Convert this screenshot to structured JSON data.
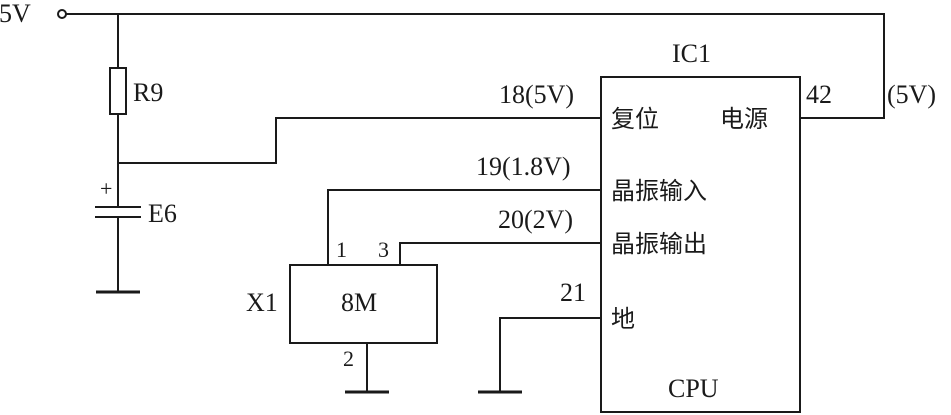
{
  "supply": {
    "label": "5V"
  },
  "resistor": {
    "label": "R9"
  },
  "capacitor": {
    "label": "E6",
    "polarity": "+"
  },
  "crystal": {
    "ref": "X1",
    "value": "8M",
    "pin1": "1",
    "pin2": "2",
    "pin3": "3"
  },
  "ic": {
    "ref": "IC1",
    "name": "CPU",
    "pins": {
      "reset": {
        "number_voltage": "18(5V)",
        "name": "复位"
      },
      "power": {
        "number": "42",
        "voltage": "(5V)",
        "name": "电源"
      },
      "osc_in": {
        "number_voltage": "19(1.8V)",
        "name": "晶振输入"
      },
      "osc_out": {
        "number_voltage": "20(2V)",
        "name": "晶振输出"
      },
      "ground": {
        "number": "21",
        "name": "地"
      }
    }
  }
}
